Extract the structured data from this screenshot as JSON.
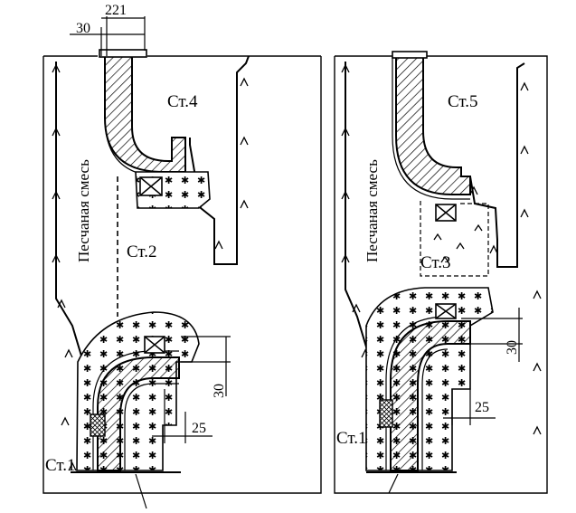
{
  "left_figure": {
    "labels": {
      "sand_mix": "Песчаная смесь",
      "upper_stage": "Ст.4",
      "middle_stage": "Ст.2",
      "lower_stage": "Ст.1"
    },
    "dimensions": {
      "top_width": "221",
      "top_offset": "30",
      "vertical_gap": "30",
      "horizontal_gap": "25"
    }
  },
  "right_figure": {
    "labels": {
      "sand_mix": "Песчаная смесь",
      "upper_stage": "Ст.5",
      "middle_stage": "Ст.3",
      "lower_stage": "Ст.1"
    },
    "dimensions": {
      "vertical_gap": "30",
      "horizontal_gap": "25"
    }
  }
}
